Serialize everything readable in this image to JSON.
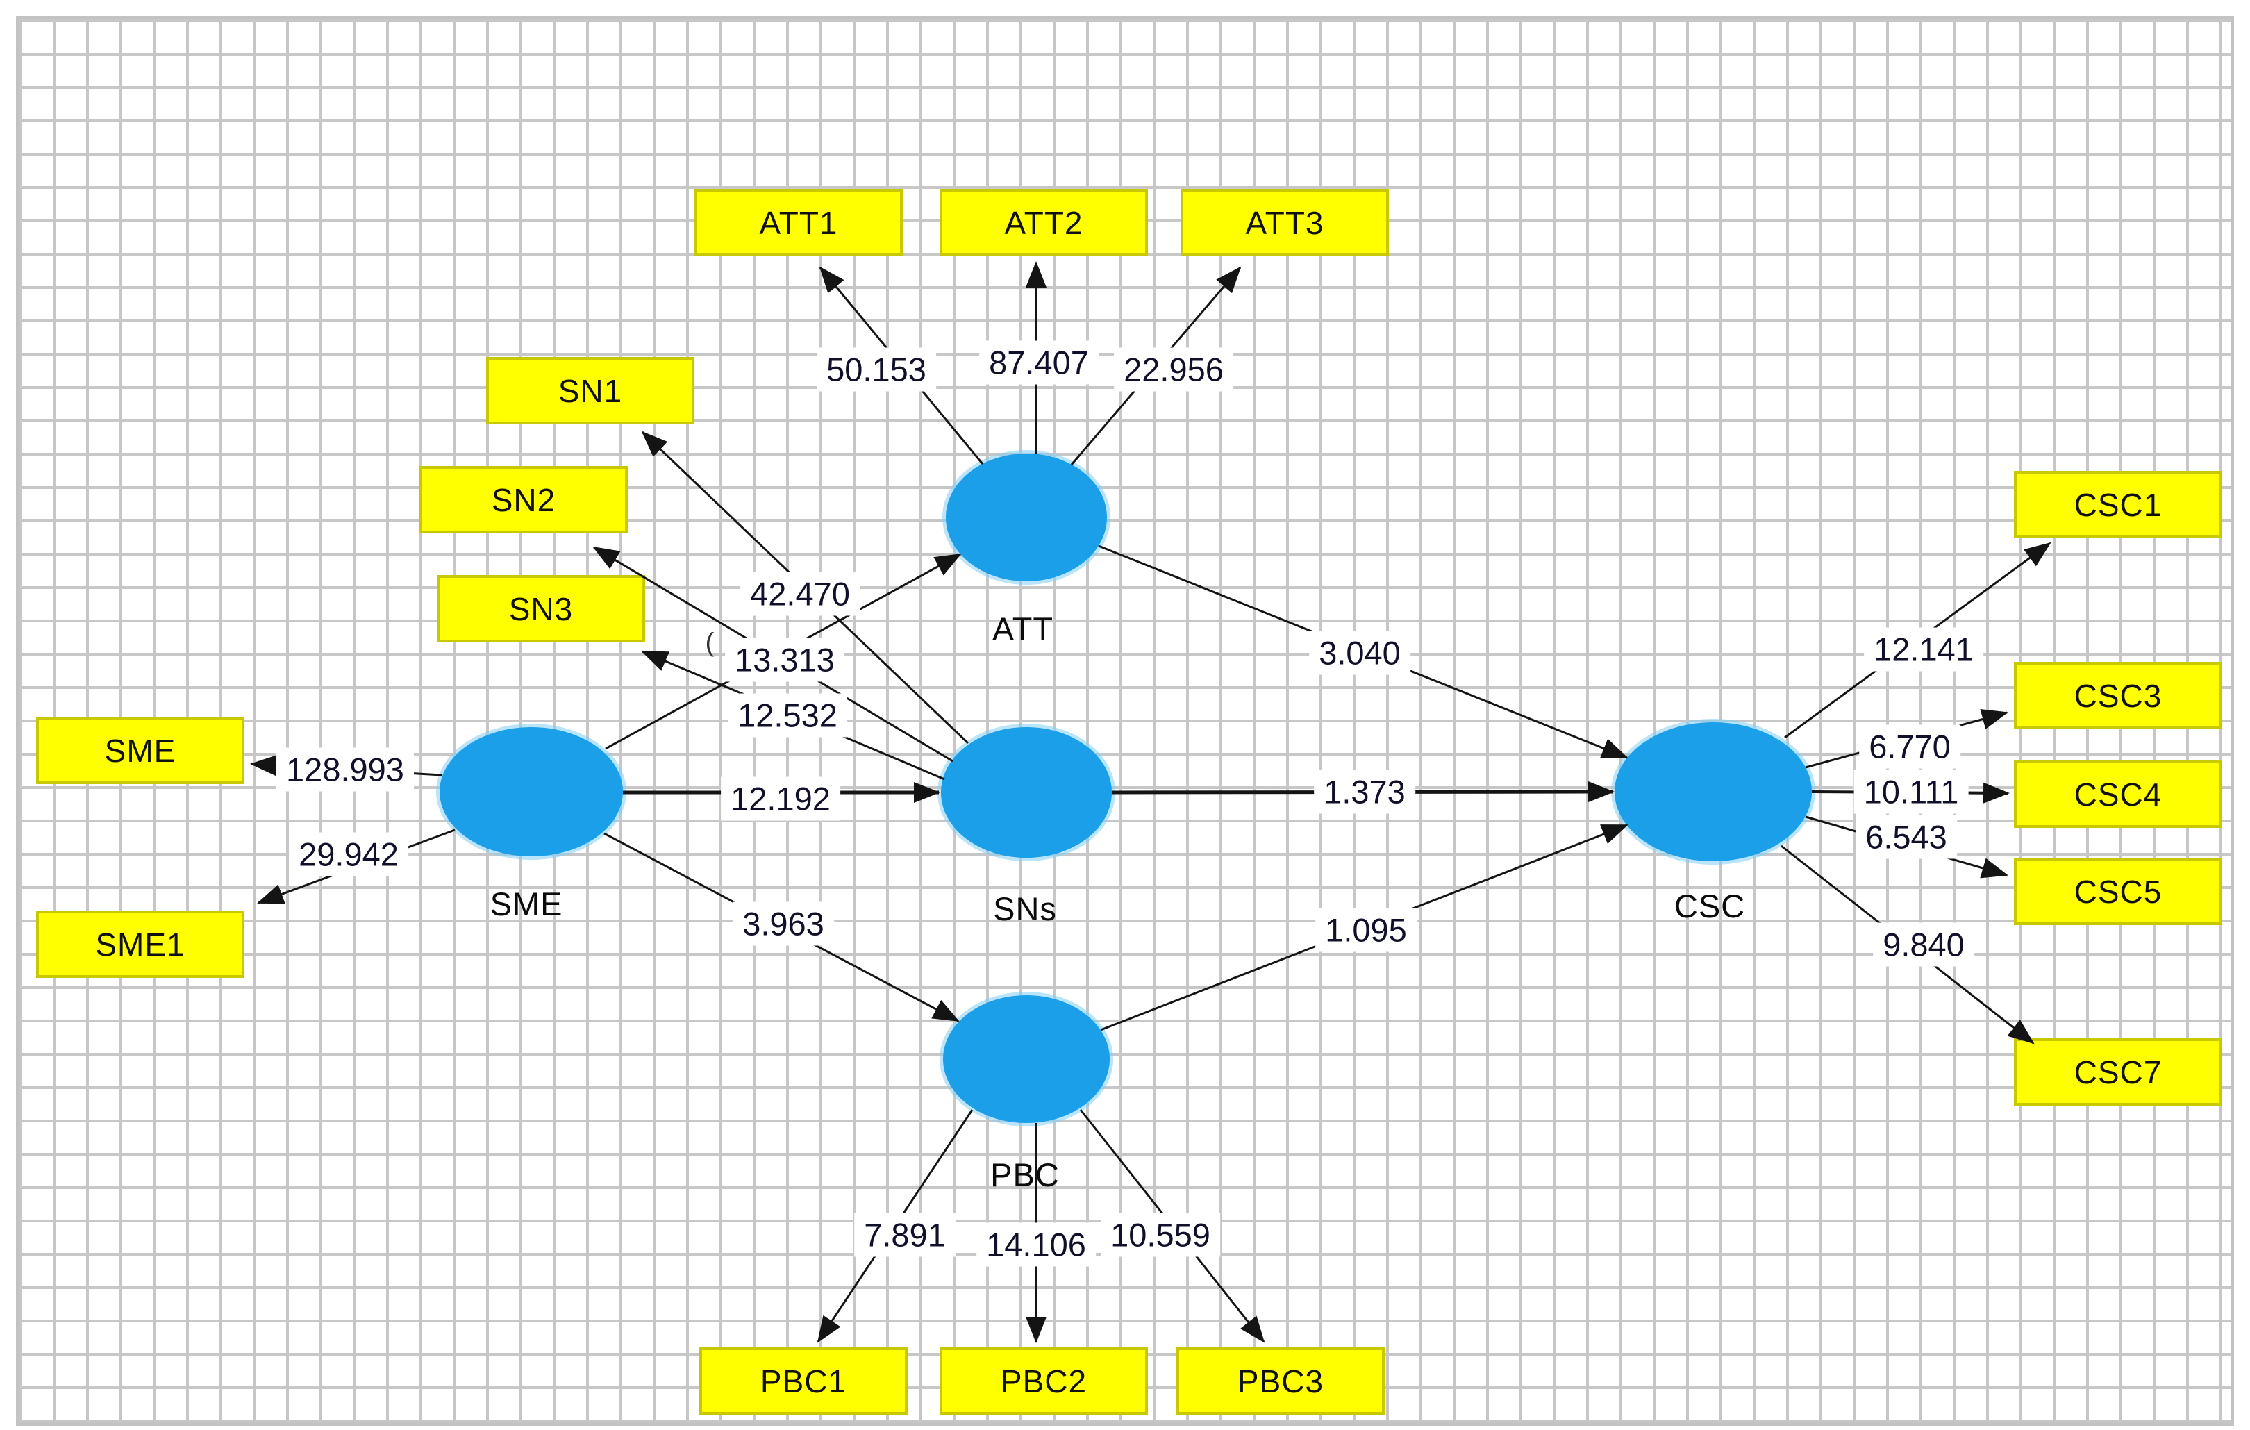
{
  "diagram": {
    "tool_style": "smartpls-bootstrapping-canvas",
    "colors": {
      "latent_fill": "#1a9fe8",
      "indicator_fill": "#ffff00",
      "indicator_border": "#c8c800",
      "arrow": "#141414",
      "grid_line": "#c7c7c7",
      "text": "#111111"
    },
    "latents": [
      {
        "id": "SME",
        "label": "SME"
      },
      {
        "id": "ATT",
        "label": "ATT"
      },
      {
        "id": "SNs",
        "label": "SNs"
      },
      {
        "id": "PBC",
        "label": "PBC"
      },
      {
        "id": "CSC",
        "label": "CSC"
      }
    ],
    "indicators": [
      {
        "id": "ATT1",
        "label": "ATT1"
      },
      {
        "id": "ATT2",
        "label": "ATT2"
      },
      {
        "id": "ATT3",
        "label": "ATT3"
      },
      {
        "id": "SN1",
        "label": "SN1"
      },
      {
        "id": "SN2",
        "label": "SN2"
      },
      {
        "id": "SN3",
        "label": "SN3"
      },
      {
        "id": "SME",
        "label": "SME"
      },
      {
        "id": "SME1",
        "label": "SME1"
      },
      {
        "id": "CSC1",
        "label": "CSC1"
      },
      {
        "id": "CSC3",
        "label": "CSC3"
      },
      {
        "id": "CSC4",
        "label": "CSC4"
      },
      {
        "id": "CSC5",
        "label": "CSC5"
      },
      {
        "id": "CSC7",
        "label": "CSC7"
      },
      {
        "id": "PBC1",
        "label": "PBC1"
      },
      {
        "id": "PBC2",
        "label": "PBC2"
      },
      {
        "id": "PBC3",
        "label": "PBC3"
      }
    ],
    "edges": [
      {
        "from": "ATT",
        "to": "ATT1",
        "value": "50.153"
      },
      {
        "from": "ATT",
        "to": "ATT2",
        "value": "87.407"
      },
      {
        "from": "ATT",
        "to": "ATT3",
        "value": "22.956"
      },
      {
        "from": "SNs",
        "to": "SN1",
        "value": "42.470"
      },
      {
        "from": "SNs",
        "to": "SN2",
        "value": "13.313"
      },
      {
        "from": "SNs",
        "to": "SN3",
        "value": "12.532"
      },
      {
        "from": "SME",
        "to": "SME",
        "value": "128.993"
      },
      {
        "from": "SME",
        "to": "SME1",
        "value": "29.942"
      },
      {
        "from": "SME",
        "to": "ATT",
        "value": "",
        "fragment": "("
      },
      {
        "from": "SME",
        "to": "SNs",
        "value": "12.192"
      },
      {
        "from": "SME",
        "to": "PBC",
        "value": "3.963"
      },
      {
        "from": "ATT",
        "to": "CSC",
        "value": "3.040"
      },
      {
        "from": "SNs",
        "to": "CSC",
        "value": "1.373"
      },
      {
        "from": "PBC",
        "to": "CSC",
        "value": "1.095"
      },
      {
        "from": "CSC",
        "to": "CSC1",
        "value": "12.141"
      },
      {
        "from": "CSC",
        "to": "CSC3",
        "value": "6.770"
      },
      {
        "from": "CSC",
        "to": "CSC4",
        "value": "10.111"
      },
      {
        "from": "CSC",
        "to": "CSC5",
        "value": "6.543"
      },
      {
        "from": "CSC",
        "to": "CSC7",
        "value": "9.840"
      },
      {
        "from": "PBC",
        "to": "PBC1",
        "value": "7.891"
      },
      {
        "from": "PBC",
        "to": "PBC2",
        "value": "14.106"
      },
      {
        "from": "PBC",
        "to": "PBC3",
        "value": "10.559"
      }
    ]
  }
}
